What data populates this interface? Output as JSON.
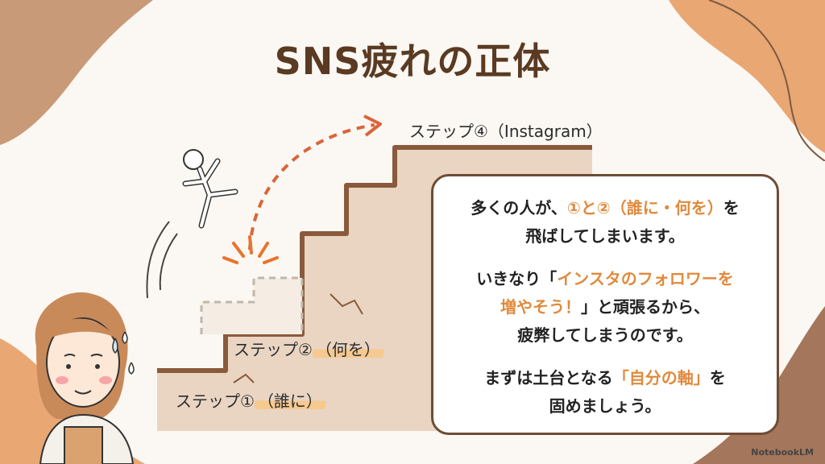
{
  "title": "SNS疲れの正体",
  "steps": {
    "step1": {
      "prefix": "ステップ①",
      "highlight": "（誰に）"
    },
    "step2": {
      "prefix": "ステップ②",
      "highlight": "（何を）"
    },
    "step4": "ステップ④（Instagram）"
  },
  "card": {
    "p1": {
      "a": "多くの人が、",
      "b": "①と②（誰に・何を）",
      "c": "を",
      "d": "飛ばしてしまいます。"
    },
    "p2": {
      "a": "いきなり「",
      "b": "インスタのフォロワーを",
      "c": "増やそう！",
      "d": "」と頑張るから、",
      "e": "疲弊してしまうのです。"
    },
    "p3": {
      "a": "まずは土台となる",
      "b": "「自分の軸」",
      "c": "を",
      "d": "固めましょう。"
    }
  },
  "brand": "NotebookLM",
  "colors": {
    "accent": "#e08a3c",
    "title": "#5a3a22",
    "blob": "#d4a57c",
    "stairs": "#e9d5c2",
    "arrow": "#d9653a"
  }
}
